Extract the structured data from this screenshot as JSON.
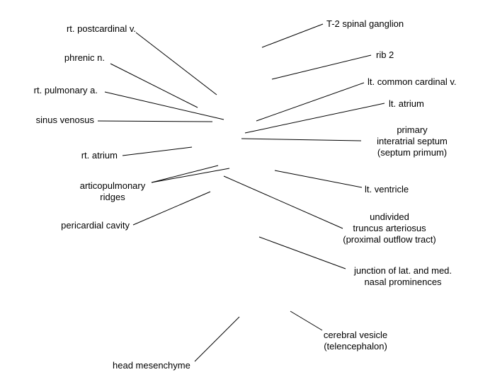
{
  "labels": {
    "rt_postcardinal_v": "rt. postcardinal v.",
    "phrenic_n": "phrenic n.",
    "rt_pulmonary_a": "rt. pulmonary a.",
    "sinus_venosus": "sinus venosus",
    "rt_atrium": "rt. atrium",
    "articopulmonary_ridges": "articopulmonary\nridges",
    "pericardial_cavity": "pericardial cavity",
    "head_mesenchyme": "head mesenchyme",
    "t2_spinal_ganglion": "T-2 spinal ganglion",
    "rib_2": "rib 2",
    "lt_common_cardinal_v": "lt. common cardinal v.",
    "lt_atrium": "lt. atrium",
    "primary_interatrial_septum": "primary\ninteratrial septum\n(septum primum)",
    "lt_ventricle": "lt. ventricle",
    "undivided_truncus_arteriosus": "undivided\ntruncus arteriosus\n(proximal outflow tract)",
    "junction_nasal_prominences": "junction of lat. and med.\nnasal prominences",
    "cerebral_vesicle": "cerebral vesicle\n(telencephalon)"
  },
  "colors": {
    "line": "#000000",
    "text": "#000000",
    "background": "#ffffff"
  }
}
